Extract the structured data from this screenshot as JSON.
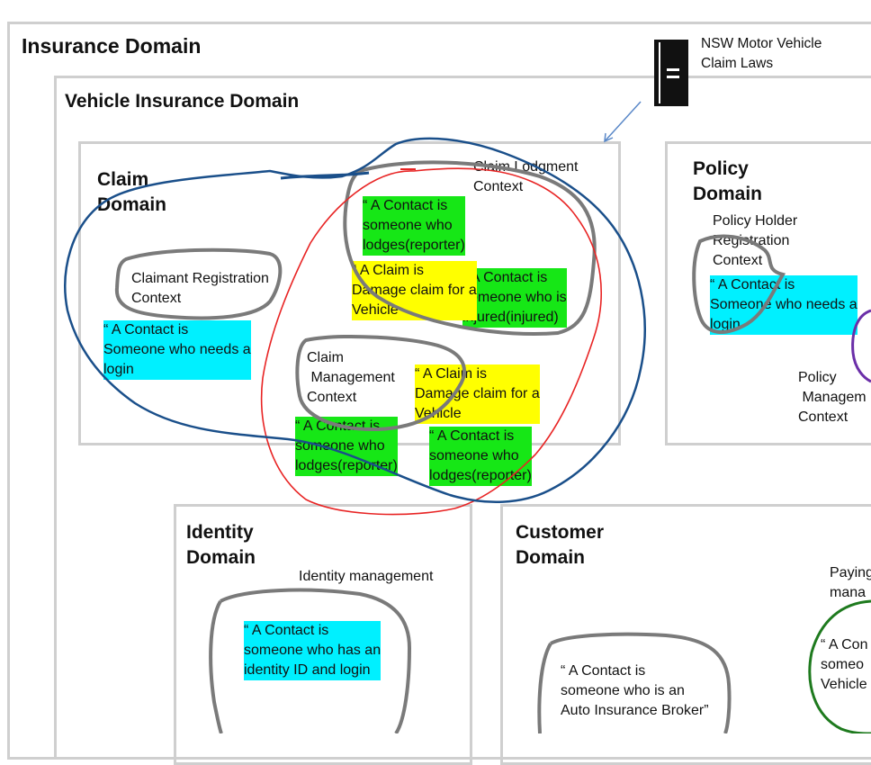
{
  "titles": {
    "insurance": "Insurance Domain",
    "vehicle": "Vehicle Insurance Domain",
    "claim_domain": "Claim\nDomain",
    "policy_domain": "Policy\nDomain",
    "identity_domain": "Identity\nDomain",
    "customer_domain": "Customer\nDomain"
  },
  "external": {
    "law_label": "NSW Motor Vehicle\nClaim Laws"
  },
  "contexts": {
    "claimant_registration": "Claimant Registration\nContext",
    "claim_lodgment": "Claim Lodgment\nContext",
    "claim_management": "Claim\n Management\nContext",
    "policy_holder_registration": "Policy Holder\nRegistration\nContext",
    "policy_management": "Policy\n Managem\nContext",
    "identity_management": "Identity management",
    "paying_management": "Paying\nmana"
  },
  "notes": {
    "claimant_contact": "“ A Contact is\nSomeone who needs a\nlogin",
    "lodgment_contact_reporter": "“ A Contact is\nsomeone who\nlodges(reporter)",
    "lodgment_claim": "“ A Claim is\nDamage claim for a\nVehicle",
    "lodgment_contact_injured": "“ A Contact is\nsomeone who is\ninjured(injured)",
    "management_claim": "“ A Claim is\nDamage claim for a\nVehicle",
    "management_contact_left": "“ A Contact is\nsomeone who\nlodges(reporter)",
    "management_contact_right": "“ A Contact is\nsomeone who\nlodges(reporter)",
    "policy_contact": "“ A Contact is\nSomeone who needs a\nlogin",
    "identity_contact": "“ A Contact is\nsomeone who has an\nidentity ID and login",
    "customer_contact": "“ A Contact is\nsomeone who is an\nAuto Insurance Broker”",
    "paying_contact": "“ A Con\nsomeo\nVehicle"
  },
  "colors": {
    "cyan_highlight": "#00f0ff",
    "green_highlight": "#16e716",
    "yellow_highlight": "#ffff00",
    "blue_ink": "#1a4f8a",
    "red_ink": "#e82424",
    "grey_ink": "#7a7a7a",
    "purple_ink": "#6b2fa8",
    "green_ink": "#1e7a1e",
    "box_border": "#cfcfcf"
  },
  "icons": [
    "document-icon",
    "arrow-icon"
  ]
}
